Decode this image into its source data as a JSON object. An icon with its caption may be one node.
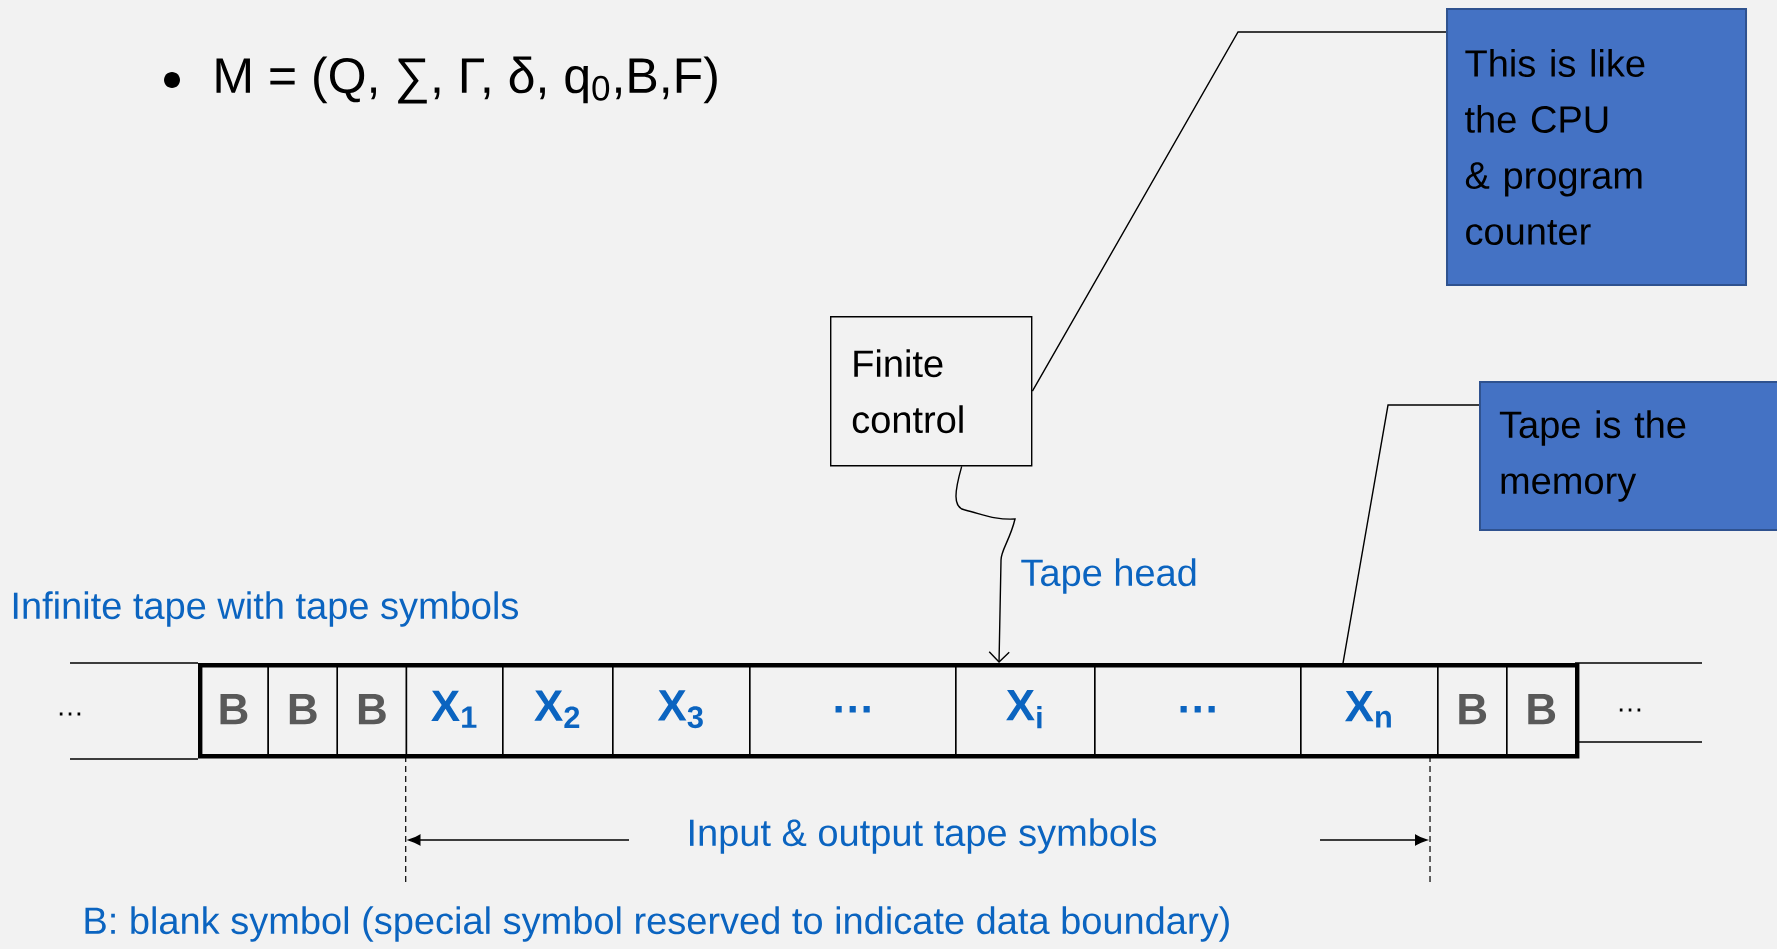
{
  "diagram": {
    "nodes": [
      {
        "text": [
          "Finite control"
        ]
      },
      {
        "text": [
          "This is like the CPU & program counter"
        ]
      },
      {
        "text": [
          "Tape is the memory"
        ]
      },
      {
        "text": [],
        "shape": "bar"
      },
      {
        "text": [
          "B"
        ],
        "in": 3
      },
      {
        "text": [
          "B"
        ],
        "in": 3
      },
      {
        "text": [
          "B"
        ],
        "in": 3
      },
      {
        "text": [
          "X$_{1}$"
        ],
        "in": 3
      },
      {
        "text": [
          "X$_{2}$"
        ],
        "in": 3
      },
      {
        "text": [
          "X$_{3}$"
        ],
        "in": 3
      },
      {
        "text": [
          "…"
        ],
        "in": 3
      },
      {
        "text": [
          "X$_{i}$"
        ],
        "in": 3
      },
      {
        "text": [
          "…"
        ],
        "in": 3
      },
      {
        "text": [
          "X$_{n}$"
        ],
        "in": 3
      },
      {
        "text": [
          "B"
        ],
        "in": 3
      },
      {
        "text": [
          "B"
        ],
        "in": 3
      }
    ],
    "edges": [
      {
        "from": 1,
        "to": 0,
        "arrow": "none"
      },
      {
        "from": 2,
        "to": 3,
        "arrow": "none"
      },
      {
        "from": 0,
        "to": 11,
        "arrow": "to",
        "label": "Tape head"
      }
    ],
    "labels": [
      "M = (Q, ∑, Γ, δ, q$_{0}$,B,F)",
      "Infinite tape with tape symbols",
      "…",
      "…",
      "Input & output tape symbols",
      "B: blank symbol (special symbol reserved to indicate data boundary)"
    ]
  }
}
